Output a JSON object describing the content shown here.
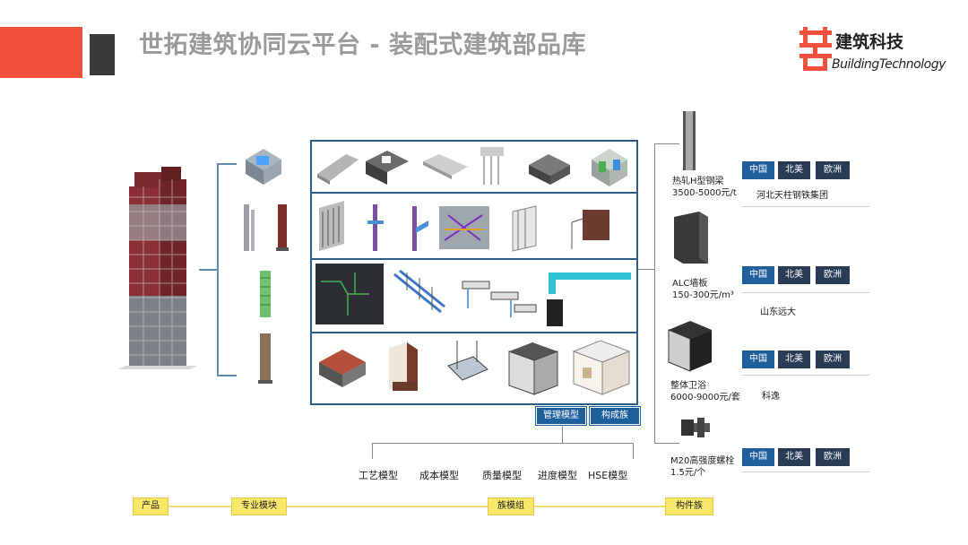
{
  "header": {
    "title": "世拓建筑协同云平台 - 装配式建筑部品库",
    "logo_cn": "建筑科技",
    "logo_en": "BuildingTechnology"
  },
  "buttons": {
    "manage_model": "管理模型",
    "component_family": "构成族"
  },
  "sub_models": [
    "工艺模型",
    "成本模型",
    "质量模型",
    "进度模型",
    "HSE模型"
  ],
  "components": [
    {
      "name": "热轧H型钢梁",
      "price": "3500-5000元/t",
      "supplier": "河北天柱钢铁集团"
    },
    {
      "name": "ALC墙板",
      "price": "150-300元/m³",
      "supplier": "山东远大"
    },
    {
      "name": "整体卫浴",
      "price": "6000-9000元/套",
      "supplier": "科逸"
    },
    {
      "name": "M20高强度螺栓",
      "price": "1.5元/个",
      "supplier": ""
    }
  ],
  "regions": [
    "中国",
    "北美",
    "欧洲"
  ],
  "timeline": [
    "产品",
    "专业模块",
    "族模组",
    "构件族"
  ],
  "colors": {
    "accent_red": "#f0503c",
    "dark_block": "#3a3a3a",
    "grid_border": "#2f5d8a",
    "button_blue": "#1f5f9c",
    "timeline_yellow": "#f7e86a"
  }
}
